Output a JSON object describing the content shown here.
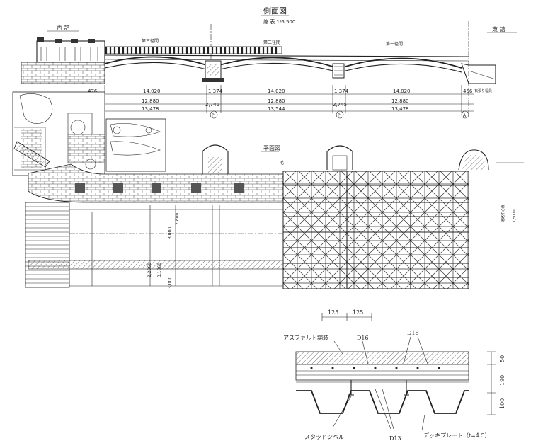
{
  "drawing": {
    "side_view_title": "側面図",
    "side_view_scale": "縮 表 1/6,500",
    "plan_view_title": "平面図",
    "side_west": "西 詰",
    "side_east": "東 詰",
    "span_labels": [
      "第三径間",
      "第二径間",
      "第一径間"
    ],
    "dims_top": [
      "476",
      "14,020",
      "1,374",
      "14,020",
      "1,374",
      "14,020",
      "456"
    ],
    "dims_mid": [
      "12,880",
      "12,880",
      "12,880"
    ],
    "dims_low": [
      "2,745",
      "2,745"
    ],
    "dims_bot": [
      "13,478",
      "13,544",
      "13,478"
    ],
    "axis_marks": [
      "A",
      "P",
      "P",
      "A"
    ],
    "side_note": "石張り幅員",
    "plan_vertical_dims": [
      "2,2860",
      "3,1860",
      "3,000",
      "3,000",
      "2,800"
    ],
    "right_margin_notes": [
      "道路中心線",
      "1,5000"
    ],
    "plan_mark": "毛"
  },
  "section": {
    "dim_top_left": "125",
    "dim_top_right": "125",
    "asphalt_label": "アスファルト舗装",
    "d16_label_left": "D16",
    "d16_label_right": "D16",
    "dim_right_upper": "50",
    "dim_right_mid": "190",
    "dim_right_lower": "100",
    "stud_label": "スタッドジベル",
    "d13_label": "D13",
    "deck_label": "デッキプレート（t=4.5）"
  }
}
